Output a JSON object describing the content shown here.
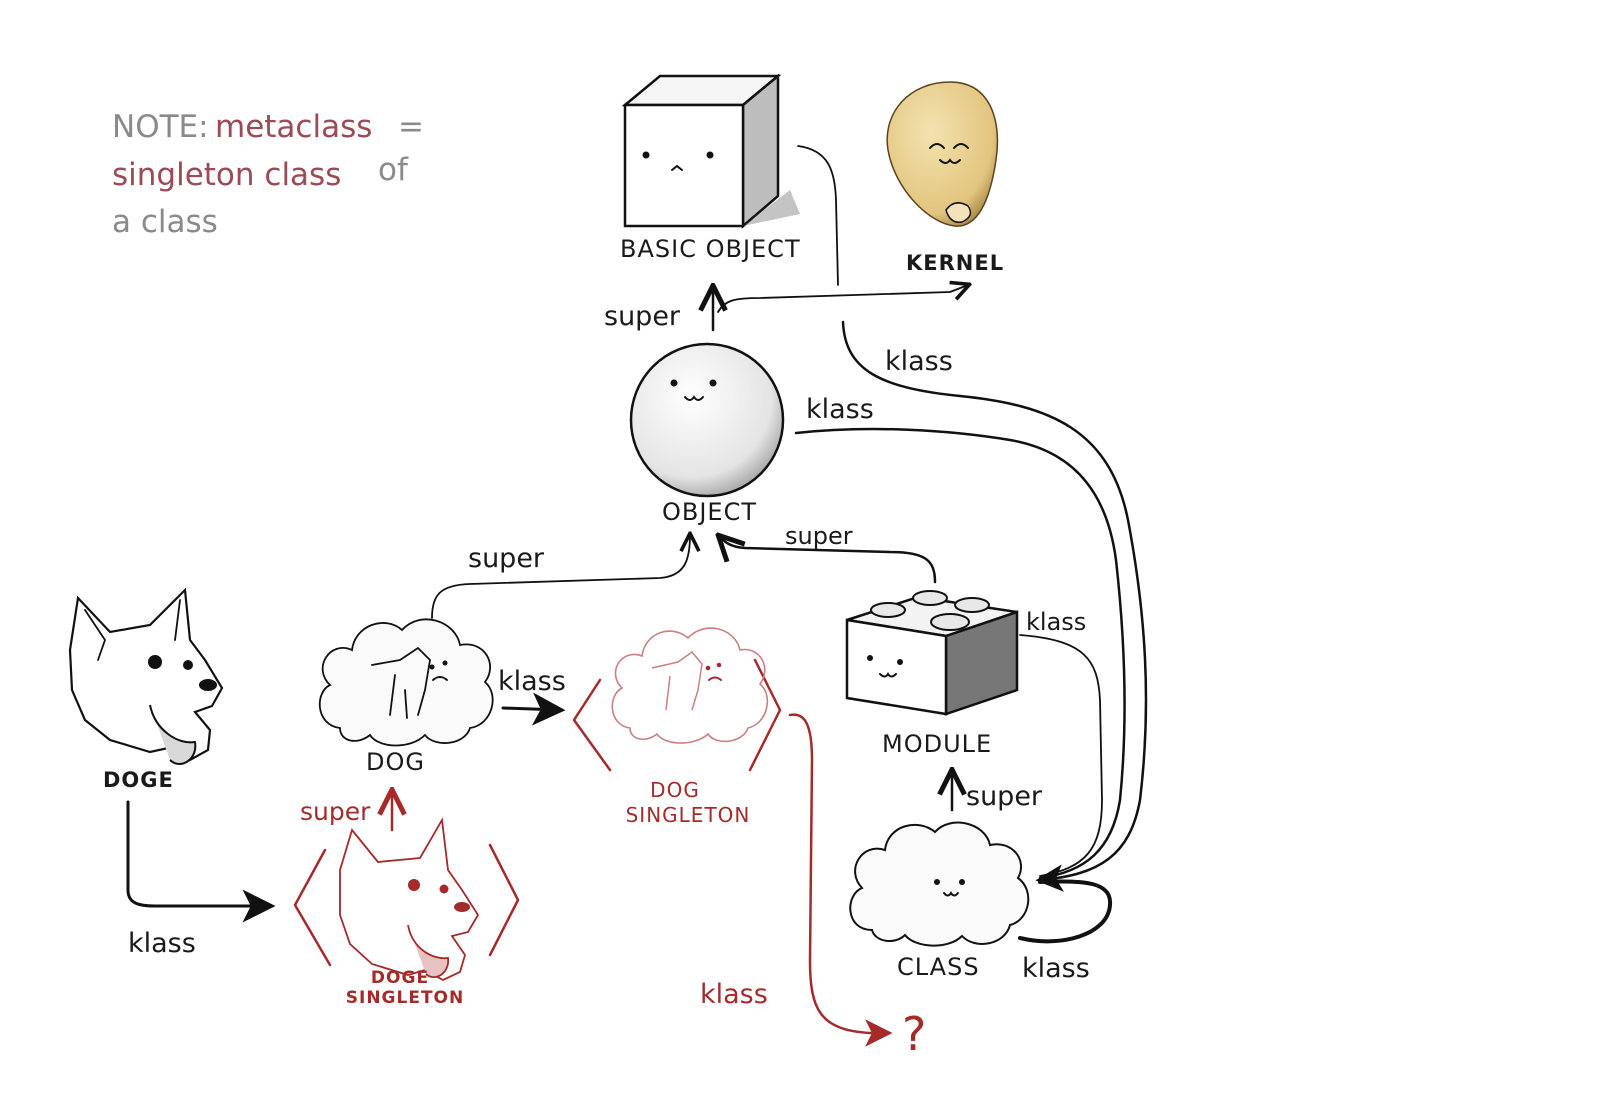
{
  "note": {
    "prefix": "NOTE:",
    "term": "metaclass",
    "equals": "=",
    "line2_red": "singleton class",
    "line2_gray": "of",
    "line3": "a class"
  },
  "nodes": {
    "basic_object": "BASIC OBJECT",
    "kernel": "KERNEL",
    "object": "OBJECT",
    "module": "MODULE",
    "class": "CLASS",
    "doge": "DOGE",
    "dog": "DOG",
    "dog_singleton_line1": "DOG",
    "dog_singleton_line2": "SINGLETON",
    "doge_singleton_line1": "DOGE",
    "doge_singleton_line2": "SINGLETON",
    "unknown": "?"
  },
  "edges": {
    "object_super": "super",
    "object_klass": "klass",
    "basic_object_klass": "klass",
    "dog_super": "super",
    "module_super": "super",
    "module_klass": "klass",
    "dog_klass": "klass",
    "class_super": "super",
    "class_klass": "klass",
    "doge_klass": "klass",
    "doge_singleton_super": "super",
    "dog_singleton_klass": "klass"
  },
  "colors": {
    "ink": "#111111",
    "singleton_red": "#a52a2a",
    "note_gray": "#8a8a8a",
    "note_red": "#9c4a55",
    "kernel_fill": "#e6cf8f"
  }
}
